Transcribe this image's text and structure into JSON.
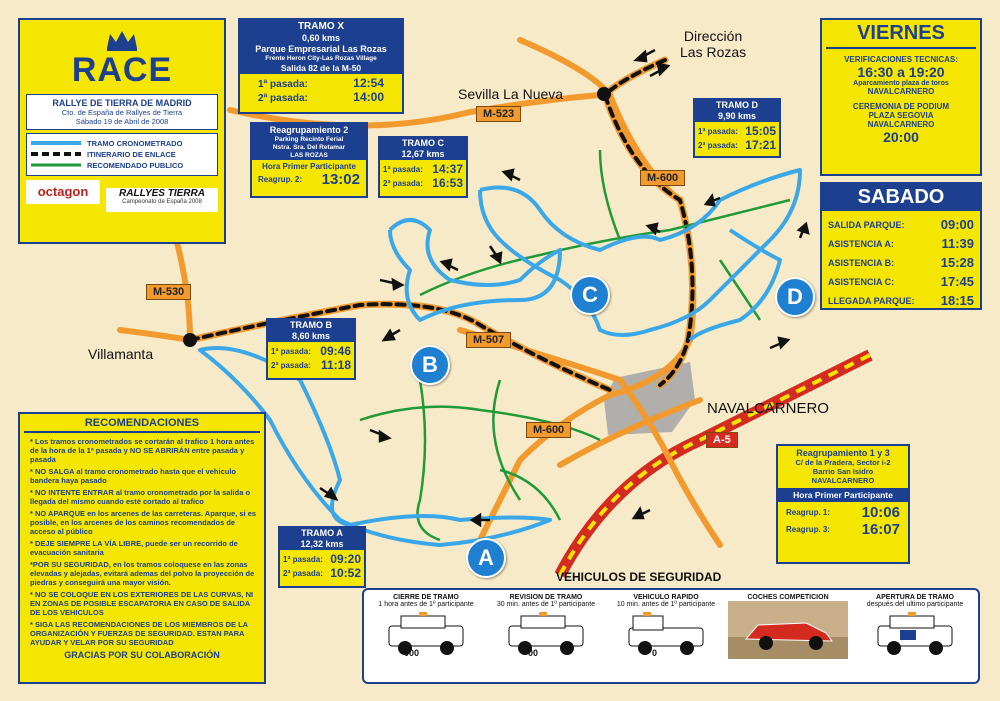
{
  "logo": {
    "text": "RACE"
  },
  "rally": {
    "title": "RALLYE DE TIERRA DE MADRID",
    "subtitle": "Cto. de España de Rallyes de Tierra",
    "date": "Sábado 19 de Abril de 2008"
  },
  "legend": [
    {
      "label": "TRAMO CRONOMETRADO",
      "color": "#3aa8e8"
    },
    {
      "label": "ITINERARIO DE ENLACE",
      "color": "#111111"
    },
    {
      "label": "RECOMENDADO PUBLICO",
      "color": "#1f9a3a"
    }
  ],
  "sponsors": {
    "octagon": "octagon",
    "rallyes": "RALLYES TIERRA",
    "rallyes_sub": "Campeonato de España 2008"
  },
  "tramo_x": {
    "title": "TRAMO X",
    "km": "0,60 kms",
    "place": "Parque Empresarial Las Rozas",
    "detail": "Frente Heron City-Las Rozas Village",
    "exit": "Salida 82 de la M-50",
    "p1_label": "1ª pasada:",
    "p1": "12:54",
    "p2_label": "2ª pasada:",
    "p2": "14:00"
  },
  "reagrup2": {
    "title": "Reagrupamiento 2",
    "l1": "Parking Recinto Ferial",
    "l2": "Nstra. Sra. Del Retamar",
    "l3": "LAS ROZAS",
    "hora": "Hora Primer Participante",
    "label": "Reagrup. 2:",
    "time": "13:02"
  },
  "tramo_c": {
    "title": "TRAMO C",
    "km": "12,67 kms",
    "p1_label": "1ª pasada:",
    "p1": "14:37",
    "p2_label": "2ª pasada:",
    "p2": "16:53"
  },
  "tramo_d": {
    "title": "TRAMO D",
    "km": "9,90 kms",
    "p1_label": "1ª pasada:",
    "p1": "15:05",
    "p2_label": "2ª pasada:",
    "p2": "17:21"
  },
  "tramo_b": {
    "title": "TRAMO B",
    "km": "8,60 kms",
    "p1_label": "1ª pasada:",
    "p1": "09:46",
    "p2_label": "2ª pasada:",
    "p2": "11:18"
  },
  "tramo_a": {
    "title": "TRAMO A",
    "km": "12,32 kms",
    "p1_label": "1ª pasada:",
    "p1": "09:20",
    "p2_label": "2ª pasada:",
    "p2": "10:52"
  },
  "viernes": {
    "title": "VIERNES",
    "verif": "VERIFICACIONES TECNICAS:",
    "verif_time": "16:30 a 19:20",
    "verif_place": "Aparcamiento plaza de toros",
    "verif_town": "NAVALCARNERO",
    "cer1": "CEREMONIA DE PODIUM",
    "cer2": "PLAZA SEGOVIA",
    "cer3": "NAVALCARNERO",
    "cer_time": "20:00"
  },
  "sabado": {
    "title": "SABADO",
    "rows": [
      {
        "label": "SALIDA PARQUE:",
        "time": "09:00"
      },
      {
        "label": "ASISTENCIA A:",
        "time": "11:39"
      },
      {
        "label": "ASISTENCIA B:",
        "time": "15:28"
      },
      {
        "label": "ASISTENCIA C:",
        "time": "17:45"
      },
      {
        "label": "LLEGADA PARQUE:",
        "time": "18:15"
      }
    ]
  },
  "reagrup13": {
    "title": "Reagrupamiento 1 y 3",
    "l1": "C/ de la Pradera, Sector i-2",
    "l2": "Barrio San Isidro",
    "l3": "NAVALCARNERO",
    "hora": "Hora Primer Participante",
    "r1_label": "Reagrup. 1:",
    "r1": "10:06",
    "r3_label": "Reagrup. 3:",
    "r3": "16:07"
  },
  "recomendaciones": {
    "title": "RECOMENDACIONES",
    "items": [
      "* Los tramos cronometrados se cortarán al trafico 1 hora antes de la hora de la 1ª pasada y NO SE ABRIRÁN entre pasada y pasada",
      "* NO SALGA al tramo cronometrado hasta que el vehiculo bandera haya pasado",
      "* NO INTENTE ENTRAR al tramo cronometrado por la salida o llegada del mismo cuando esté cortado al trafico",
      "* NO APARQUE en los arcenes de las carreteras. Aparque, si es posible, en los arcenes de los caminos recomendados de acceso al público",
      "* DEJE SIEMPRE LA VÍA LIBRE, puede ser un recorrido de evacuación sanitaria",
      "*POR SU SEGURIDAD, en los tramos coloquese en las zonas elevadas y alejadas, evitará ademas del polvo la proyección de piedras y conseguirá una mayor visión.",
      "* NO SE COLOQUE EN LOS EXTERIORES DE LAS CURVAS, NI EN ZONAS DE POSIBLE ESCAPATORIA EN CASO DE SALIDA DE LOS VEHICULOS",
      "* SIGA LAS RECOMENDACIONES DE LOS MIEMBROS DE LA ORGANIZACIÓN Y FUERZAS DE SEGURIDAD. ESTAN PARA AYUDAR Y VELAR POR SU SEGURIDAD"
    ],
    "thanks": "GRACIAS POR SU COLABORACIÓN"
  },
  "vehiculos": {
    "title": "VEHICULOS DE SEGURIDAD",
    "items": [
      {
        "name": "CIERRE DE TRAMO",
        "desc": "1 hora antes de 1º participante",
        "number": "000"
      },
      {
        "name": "REVISION DE TRAMO",
        "desc": "30 min. antes de 1º participante",
        "number": "00"
      },
      {
        "name": "VEHICULO RAPIDO",
        "desc": "10 min. antes de 1º participante",
        "number": "0"
      },
      {
        "name": "COCHES COMPETICION",
        "desc": "",
        "number": ""
      },
      {
        "name": "APERTURA DE TRAMO",
        "desc": "después del ultimo participante",
        "number": ""
      }
    ]
  },
  "places": {
    "sevilla": "Sevilla La Nueva",
    "villamanta": "Villamanta",
    "navalcarnero": "NAVALCARNERO",
    "direccion1": "Dirección",
    "direccion2": "Las Rozas"
  },
  "roads": {
    "m523": "M-523",
    "m600a": "M-600",
    "m600b": "M-600",
    "m507": "M-507",
    "m530": "M-530",
    "a5": "A-5"
  },
  "stages": {
    "a": "A",
    "b": "B",
    "c": "C",
    "d": "D"
  },
  "colors": {
    "yellow": "#f5e600",
    "navy": "#1d3f8f",
    "stage_blue": "#3aa8e8",
    "green": "#1f9a3a",
    "orange": "#f29a2e",
    "motorway_red": "#d42a1f"
  }
}
